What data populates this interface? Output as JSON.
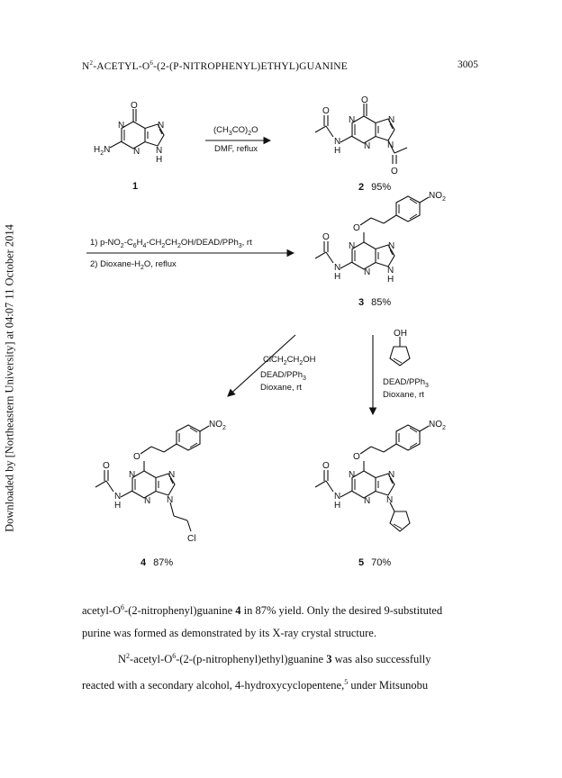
{
  "side_note": "Downloaded by [Northeastern University] at 04:07 11 October 2014",
  "header": {
    "title_sup": "2",
    "title_pre": "N",
    "title_mid": "-ACETYL-O",
    "title_sup2": "6",
    "title_post": "-(2-(P-NITROPHENYL)ETHYL)GUANINE",
    "page_number": "3005"
  },
  "scheme": {
    "step1": {
      "reagent_a": "(CH",
      "reagent_b": "CO)",
      "reagent_c": "O",
      "condition": "DMF, reflux"
    },
    "compound1": {
      "label": "1"
    },
    "compound2": {
      "label": "2",
      "yield": "95%"
    },
    "step2": {
      "line1_a": "1) p-NO",
      "line1_b": "-C",
      "line1_c": "H",
      "line1_d": "-CH",
      "line1_e": "CH",
      "line1_f": "OH/DEAD/PPh",
      "line1_g": ", rt",
      "line2_a": "2) Dioxane-H",
      "line2_b": "O, reflux"
    },
    "compound3": {
      "label": "3",
      "yield": "85%"
    },
    "step3_left": {
      "line1_a": "ClCH",
      "line1_b": "CH",
      "line1_c": "OH",
      "line2_a": "DEAD/PPh",
      "line3": "Dioxane, rt"
    },
    "step3_right": {
      "line1_a": "DEAD/PPh",
      "line2": "Dioxane, rt"
    },
    "compound4": {
      "label": "4",
      "yield": "87%"
    },
    "compound5": {
      "label": "5",
      "yield": "70%"
    },
    "atoms": {
      "N": "N",
      "O": "O",
      "H": "H",
      "Cl": "Cl",
      "OH": "OH",
      "H2N_a": "H",
      "H2N_b": "N",
      "NO2_a": "NO",
      "sub2": "2",
      "sub3": "3",
      "sub4": "4",
      "sub6": "6"
    }
  },
  "body": {
    "p1_line1_pre": "acetyl-O",
    "p1_line1_sup": "6",
    "p1_line1_mid": "-(2-nitrophenyl)guanine ",
    "p1_line1_bold": "4",
    "p1_line1_post": " in 87% yield. Only the desired 9-substituted",
    "p1_line2": "purine was formed as demonstrated by its X-ray crystal structure.",
    "p2_line1_pre": "N",
    "p2_line1_sup": "2",
    "p2_line1_mid": "-acetyl-O",
    "p2_line1_sup2": "6",
    "p2_line1_mid2": "-(2-(p-nitrophenyl)ethyl)guanine ",
    "p2_line1_bold": "3",
    "p2_line1_post": " was also successfully",
    "p2_line2_pre": "reacted with a secondary alcohol, 4-hydroxycyclopentene,",
    "p2_line2_sup": "5",
    "p2_line2_post": " under Mitsunobu"
  }
}
